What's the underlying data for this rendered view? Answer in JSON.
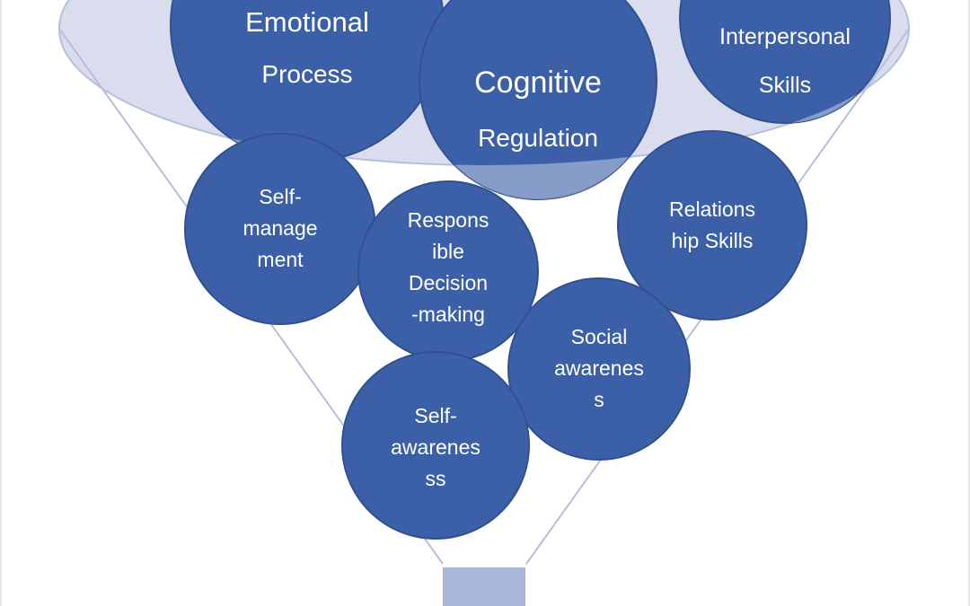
{
  "diagram": {
    "name": "social-emotional-learning-funnel",
    "colors": {
      "circle_fill": "#3c60a8",
      "circle_stroke": "#31508f",
      "funnel_fill": "#dadded",
      "funnel_stroke": "#b6bfda",
      "stem_fill": "#a9b5d9",
      "label_text": "#ffffff",
      "background": "#ffffff"
    },
    "top_circles": [
      {
        "id": "emotional-process",
        "title": "Emotional",
        "subtitle": "Process"
      },
      {
        "id": "cognitive-regulation",
        "title": "Cognitive",
        "subtitle": "Regulation"
      },
      {
        "id": "interpersonal-skills",
        "title": "Interpersonal",
        "subtitle": "Skills"
      }
    ],
    "inner_circles": [
      {
        "id": "self-management",
        "label": "Self-\nmanage\nment"
      },
      {
        "id": "responsible-decision-making",
        "label": "Respons\nible\nDecision\n-making"
      },
      {
        "id": "relationship-skills",
        "label": "Relations\nhip Skills"
      },
      {
        "id": "social-awareness",
        "label": "Social\nawarenes\ns"
      },
      {
        "id": "self-awareness",
        "label": "Self-\nawarenes\nss"
      }
    ]
  }
}
